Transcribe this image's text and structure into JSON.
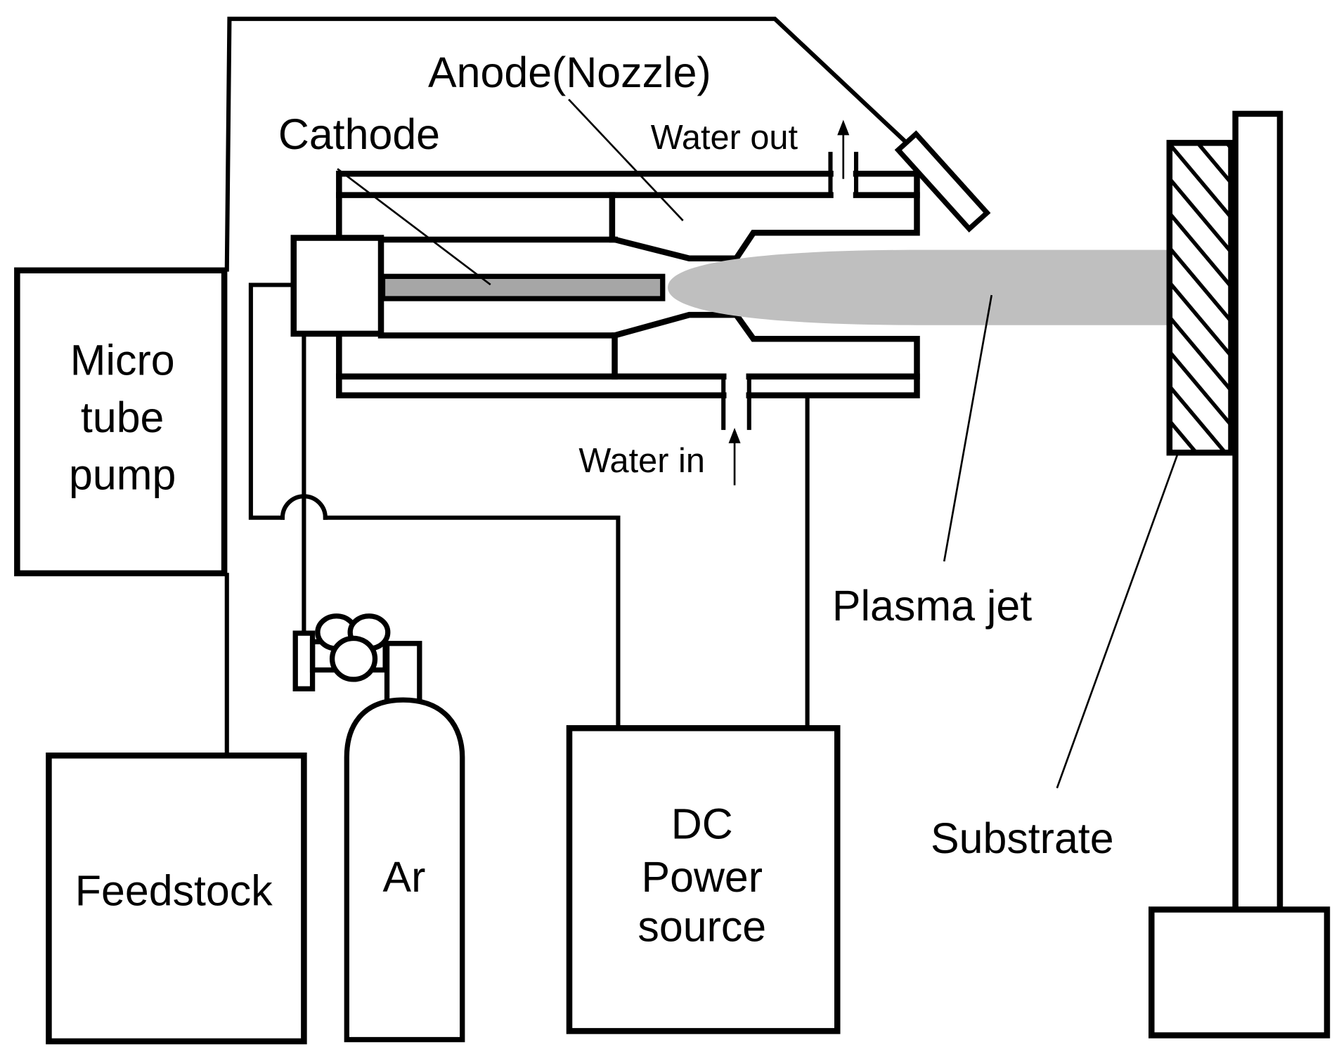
{
  "figure": {
    "type": "schematic",
    "description": "DC plasma spray apparatus with micro tube pump feed"
  },
  "colors": {
    "line": "#000000",
    "background": "#ffffff",
    "cathode_fill": "#a6a6a6",
    "plasma_fill": "#bfbfbf"
  },
  "labels": {
    "anode": "Anode(Nozzle)",
    "cathode": "Cathode",
    "water_out": "Water out",
    "water_in": "Water in",
    "plasma_jet": "Plasma jet",
    "substrate": "Substrate",
    "micro_tube_pump": [
      "Micro",
      "tube",
      "pump"
    ],
    "feedstock": "Feedstock",
    "argon": "Ar",
    "dc_power_source": [
      "DC",
      "Power",
      "source"
    ]
  },
  "components": [
    {
      "id": "micro-tube-pump",
      "label": "Micro tube pump"
    },
    {
      "id": "feedstock",
      "label": "Feedstock"
    },
    {
      "id": "argon-cylinder",
      "label": "Ar"
    },
    {
      "id": "dc-power-source",
      "label": "DC Power source"
    },
    {
      "id": "plasma-torch",
      "label": "Anode(Nozzle) / Cathode"
    },
    {
      "id": "substrate-holder",
      "label": "Substrate"
    }
  ],
  "connections": [
    {
      "from": "feedstock",
      "to": "micro-tube-pump"
    },
    {
      "from": "micro-tube-pump",
      "to": "feed-injector"
    },
    {
      "from": "argon-cylinder",
      "to": "plasma-torch"
    },
    {
      "from": "dc-power-source",
      "to": "cathode"
    },
    {
      "from": "dc-power-source",
      "to": "anode"
    }
  ]
}
